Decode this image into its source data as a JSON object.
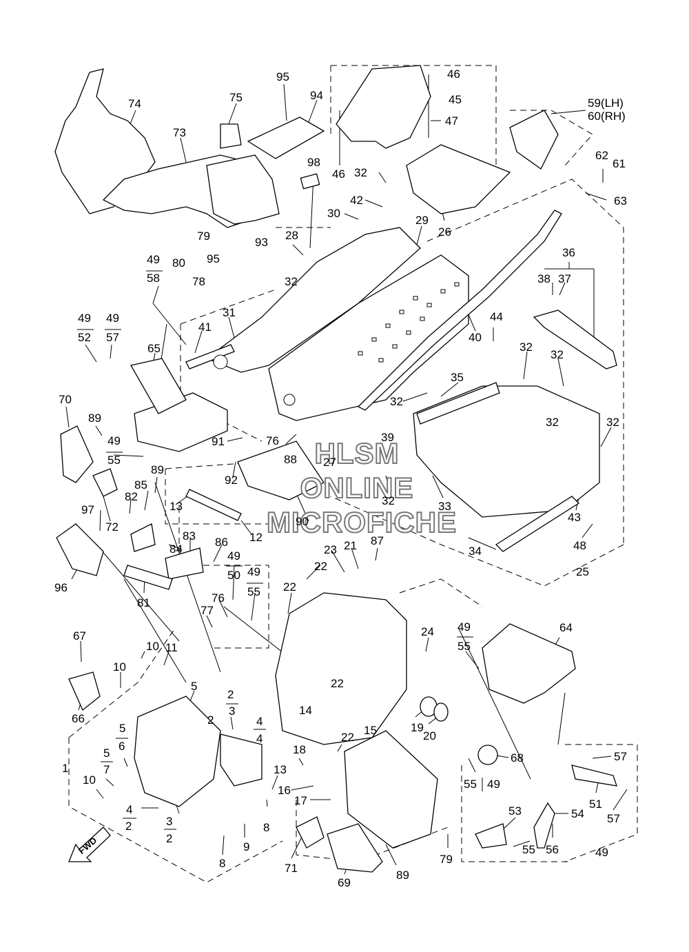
{
  "diagram": {
    "labels": [
      "1",
      "2",
      "3",
      "4",
      "5",
      "6",
      "7",
      "8",
      "9",
      "10",
      "11",
      "12",
      "13",
      "14",
      "15",
      "16",
      "17",
      "18",
      "19",
      "20",
      "21",
      "22",
      "23",
      "24",
      "25",
      "26",
      "27",
      "28",
      "29",
      "30",
      "31",
      "32",
      "33",
      "34",
      "35",
      "36",
      "37",
      "38",
      "39",
      "40",
      "41",
      "42",
      "43",
      "44",
      "45",
      "46",
      "47",
      "48",
      "49",
      "50",
      "51",
      "52",
      "53",
      "54",
      "55",
      "56",
      "57",
      "58",
      "59(LH)",
      "60(RH)",
      "61",
      "62",
      "63",
      "64",
      "65",
      "66",
      "67",
      "68",
      "69",
      "70",
      "71",
      "72",
      "73",
      "74",
      "75",
      "76",
      "77",
      "78",
      "79",
      "80",
      "81",
      "82",
      "83",
      "84",
      "85",
      "86",
      "87",
      "88",
      "89",
      "90",
      "91",
      "92",
      "93",
      "94",
      "95",
      "96",
      "97",
      "98"
    ],
    "fwd_badge": "FWD",
    "watermark": [
      "HLSM",
      "ONLINE",
      "MICROFICHE"
    ]
  }
}
